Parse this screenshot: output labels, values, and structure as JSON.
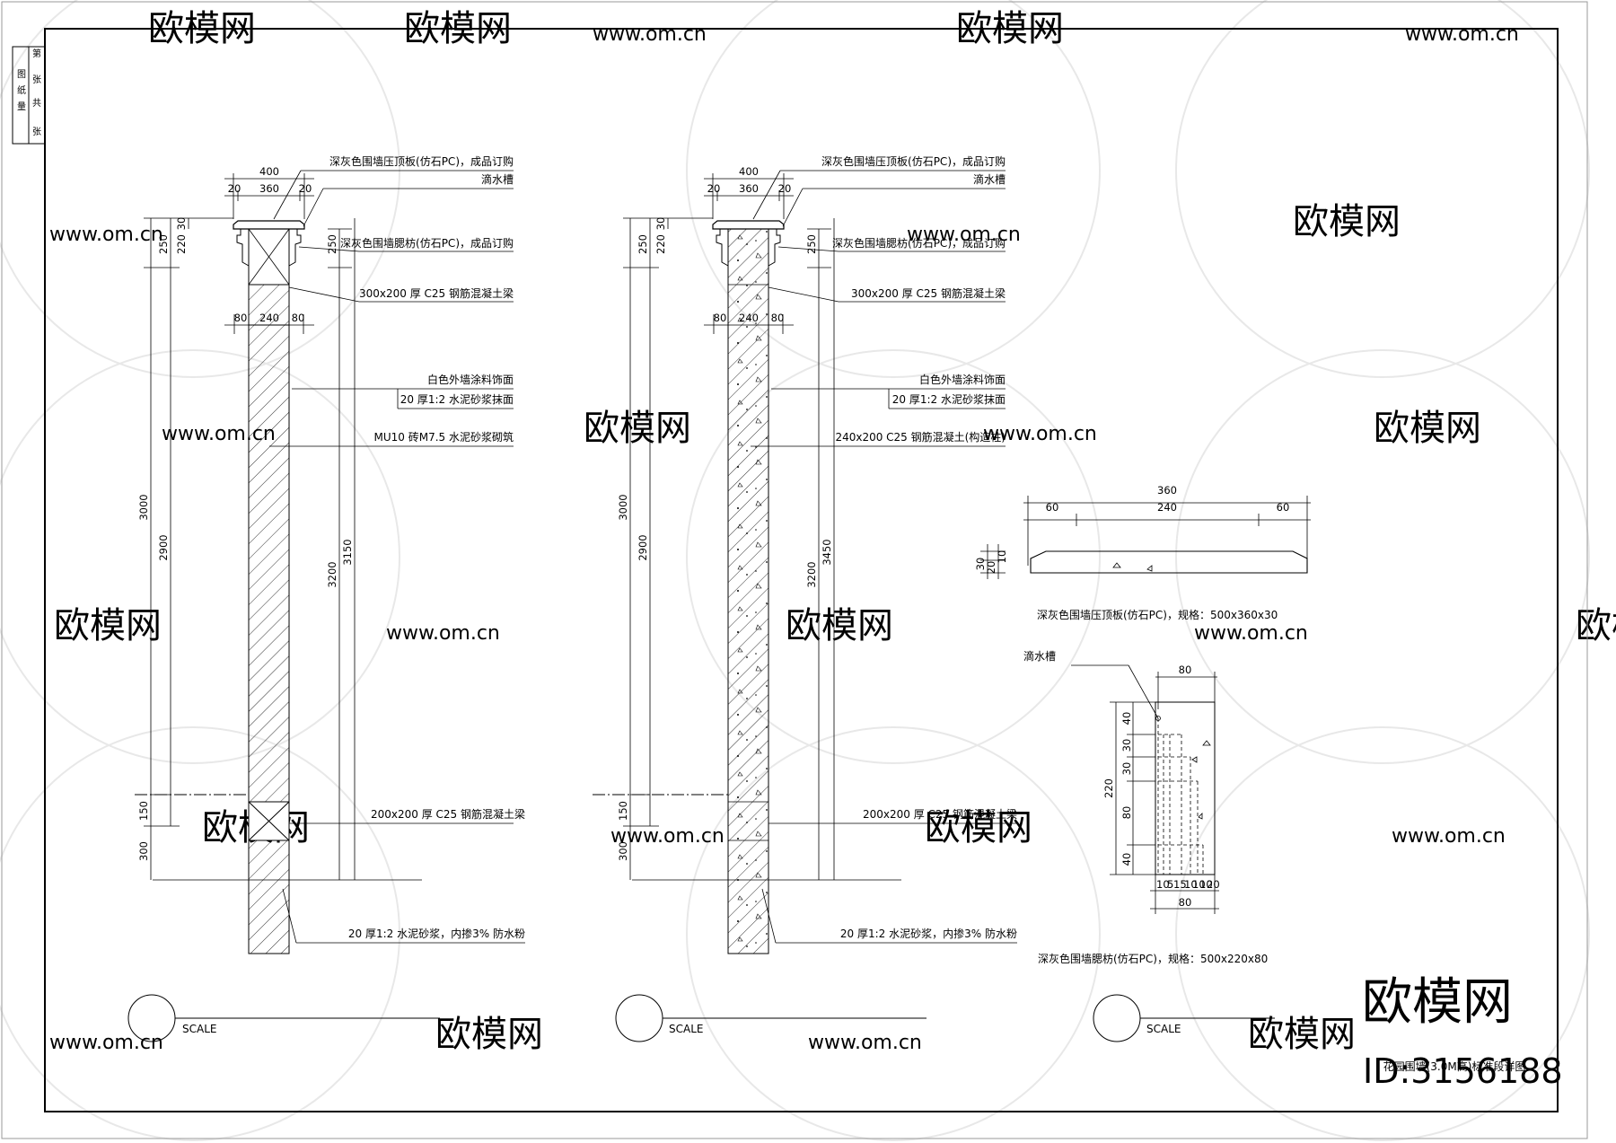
{
  "title_block": {
    "col1": [
      "图",
      "纸",
      "量"
    ],
    "col2": [
      "第",
      "张",
      "共",
      "张"
    ]
  },
  "annotations": {
    "coping": "深灰色围墙压顶板(仿石PC)，成品订购",
    "drip": "滴水槽",
    "cornice": "深灰色围墙腮枋(仿石PC)，成品订购",
    "top_beam": "300x200  厚 C25  钢筋混凝土梁",
    "paint": "白色外墙涂料饰面",
    "plaster": "20 厚1:2 水泥砂浆抹面",
    "brick": "MU10  砖M7.5 水泥砂浆砌筑",
    "column": "240x200 C25    钢筋混凝土(构造柱)",
    "ground_beam": "200x200  厚 C25  钢筋混凝土梁",
    "waterproof": "20 厚1:2 水泥砂浆，内掺3% 防水粉"
  },
  "dims": {
    "top": [
      "400",
      "20",
      "360",
      "20"
    ],
    "mid": [
      "80",
      "240",
      "80"
    ],
    "left": [
      "30",
      "250",
      "220",
      "3000",
      "2900",
      "150",
      "300"
    ],
    "right_a": [
      "250",
      "3200",
      "3150"
    ],
    "right_b": [
      "250",
      "3200",
      "3450"
    ]
  },
  "detail_coping": {
    "dims": [
      "360",
      "60",
      "240",
      "60",
      "30",
      "20",
      "10"
    ],
    "caption": "深灰色围墙压顶板(仿石PC)，规格：500x360x30"
  },
  "detail_cornice": {
    "label": "滴水槽",
    "dims_top": [
      "80"
    ],
    "dims_left": [
      "40",
      "30",
      "30",
      "220",
      "80",
      "40"
    ],
    "dims_bottom": [
      "10",
      "5",
      "15",
      "10",
      "10",
      "10",
      "20",
      "80"
    ],
    "caption": "深灰色围墙腮枋(仿石PC)，规格：500x220x80"
  },
  "scale_label": "SCALE",
  "sheet_title": "花园围墙(3.0M高)标准段详图",
  "watermark": {
    "brand": "欧模网",
    "url": "www.om.cn",
    "id": "ID:3156188"
  }
}
